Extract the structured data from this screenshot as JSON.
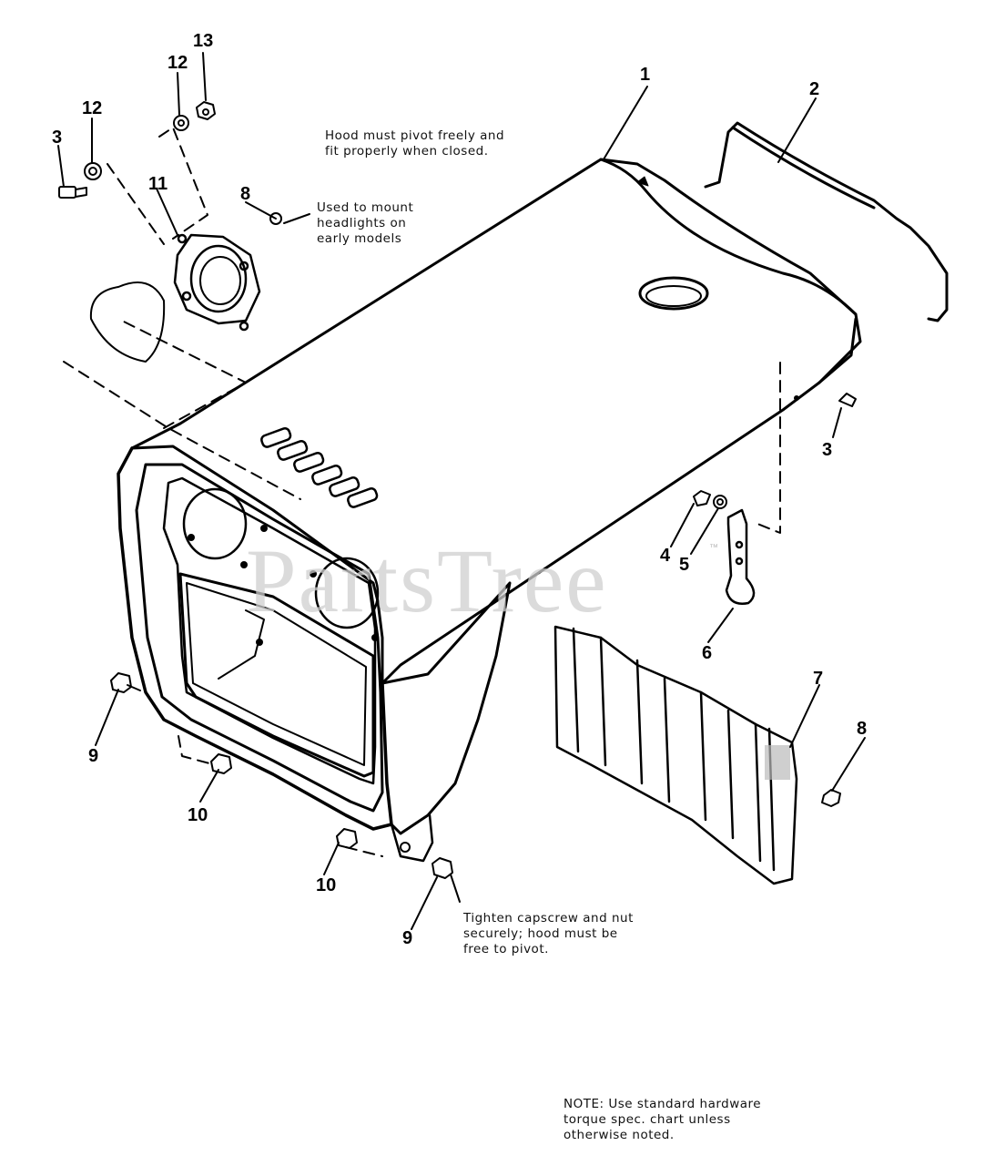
{
  "watermark": {
    "text": "PartsTree",
    "mark": "™"
  },
  "callouts": [
    "1",
    "2",
    "3",
    "3",
    "4",
    "5",
    "6",
    "7",
    "8",
    "8",
    "9",
    "9",
    "10",
    "10",
    "11",
    "12",
    "12",
    "13"
  ],
  "notes": {
    "hood_pivot": "Hood must pivot freely and\nfit properly when closed.",
    "headlights": "Used to mount\nheadlights on\nearly models",
    "capscrew": "Tighten capscrew and nut\nsecurely; hood must be\nfree to pivot.",
    "hardware": "NOTE: Use standard hardware\ntorque spec. chart unless\notherwise noted."
  },
  "colors": {
    "line": "#000000",
    "watermark": "#cfcfcf",
    "background": "#ffffff"
  }
}
